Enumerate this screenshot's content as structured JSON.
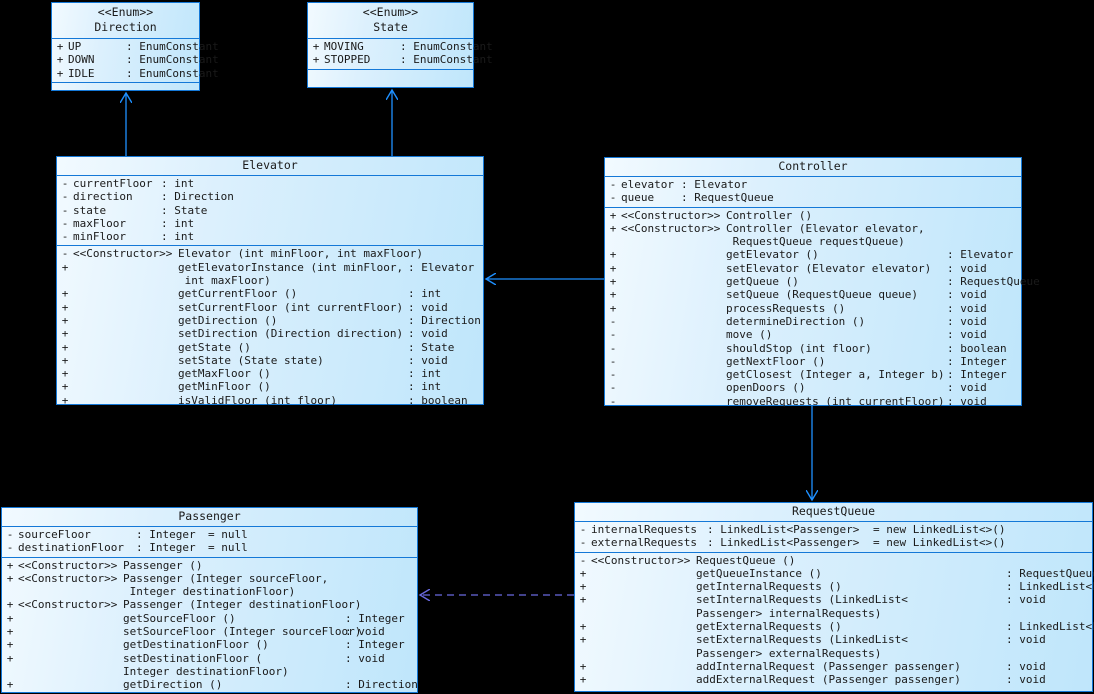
{
  "diagram": {
    "type": "uml-class-diagram",
    "background": "#000000",
    "box_border_color": "#1478d7",
    "link_color": "#1e90ff",
    "dependency_color": "#6a6ae0"
  },
  "classes": [
    {
      "id": "direction",
      "stereotype": "<<Enum>>",
      "name": "Direction",
      "attributes": [
        {
          "vis": "+",
          "name": "UP",
          "type": ": EnumConstant"
        },
        {
          "vis": "+",
          "name": "DOWN",
          "type": ": EnumConstant"
        },
        {
          "vis": "+",
          "name": "IDLE",
          "type": ": EnumConstant"
        }
      ],
      "methods": []
    },
    {
      "id": "state",
      "stereotype": "<<Enum>>",
      "name": "State",
      "attributes": [
        {
          "vis": "+",
          "name": "MOVING",
          "type": ": EnumConstant"
        },
        {
          "vis": "+",
          "name": "STOPPED",
          "type": ": EnumConstant"
        }
      ],
      "methods": []
    },
    {
      "id": "elevator",
      "stereotype": "",
      "name": "Elevator",
      "attributes": [
        {
          "vis": "-",
          "name": "currentFloor",
          "type": ": int"
        },
        {
          "vis": "-",
          "name": "direction",
          "type": ": Direction"
        },
        {
          "vis": "-",
          "name": "state",
          "type": ": State"
        },
        {
          "vis": "-",
          "name": "maxFloor",
          "type": ": int"
        },
        {
          "vis": "-",
          "name": "minFloor",
          "type": ": int"
        }
      ],
      "methods": [
        {
          "vis": "-",
          "stereo": "<<Constructor>>",
          "sig": "Elevator (int minFloor, int maxFloor)",
          "ret": ""
        },
        {
          "vis": "+",
          "stereo": "",
          "sig": "getElevatorInstance (int minFloor,",
          "ret": ": Elevator"
        },
        {
          "vis": "",
          "stereo": "",
          "sig": " int maxFloor)",
          "ret": "",
          "cont": true
        },
        {
          "vis": "+",
          "stereo": "",
          "sig": "getCurrentFloor ()",
          "ret": ": int"
        },
        {
          "vis": "+",
          "stereo": "",
          "sig": "setCurrentFloor (int currentFloor)",
          "ret": ": void"
        },
        {
          "vis": "+",
          "stereo": "",
          "sig": "getDirection ()",
          "ret": ": Direction"
        },
        {
          "vis": "+",
          "stereo": "",
          "sig": "setDirection (Direction direction)",
          "ret": ": void"
        },
        {
          "vis": "+",
          "stereo": "",
          "sig": "getState ()",
          "ret": ": State"
        },
        {
          "vis": "+",
          "stereo": "",
          "sig": "setState (State state)",
          "ret": ": void"
        },
        {
          "vis": "+",
          "stereo": "",
          "sig": "getMaxFloor ()",
          "ret": ": int"
        },
        {
          "vis": "+",
          "stereo": "",
          "sig": "getMinFloor ()",
          "ret": ": int"
        },
        {
          "vis": "+",
          "stereo": "",
          "sig": "isValidFloor (int floor)",
          "ret": ": boolean"
        }
      ]
    },
    {
      "id": "controller",
      "stereotype": "",
      "name": "Controller",
      "attributes": [
        {
          "vis": "-",
          "name": "elevator",
          "type": ": Elevator"
        },
        {
          "vis": "-",
          "name": "queue",
          "type": ": RequestQueue"
        }
      ],
      "methods": [
        {
          "vis": "+",
          "stereo": "<<Constructor>>",
          "sig": "Controller ()",
          "ret": ""
        },
        {
          "vis": "+",
          "stereo": "<<Constructor>>",
          "sig": "Controller (Elevator elevator,",
          "ret": ""
        },
        {
          "vis": "",
          "stereo": "",
          "sig": " RequestQueue requestQueue)",
          "ret": "",
          "cont": true
        },
        {
          "vis": "+",
          "stereo": "",
          "sig": "getElevator ()",
          "ret": ": Elevator"
        },
        {
          "vis": "+",
          "stereo": "",
          "sig": "setElevator (Elevator elevator)",
          "ret": ": void"
        },
        {
          "vis": "+",
          "stereo": "",
          "sig": "getQueue ()",
          "ret": ": RequestQueue"
        },
        {
          "vis": "+",
          "stereo": "",
          "sig": "setQueue (RequestQueue queue)",
          "ret": ": void"
        },
        {
          "vis": "+",
          "stereo": "",
          "sig": "processRequests ()",
          "ret": ": void"
        },
        {
          "vis": "-",
          "stereo": "",
          "sig": "determineDirection ()",
          "ret": ": void"
        },
        {
          "vis": "-",
          "stereo": "",
          "sig": "move ()",
          "ret": ": void"
        },
        {
          "vis": "-",
          "stereo": "",
          "sig": "shouldStop (int floor)",
          "ret": ": boolean"
        },
        {
          "vis": "-",
          "stereo": "",
          "sig": "getNextFloor ()",
          "ret": ": Integer"
        },
        {
          "vis": "-",
          "stereo": "",
          "sig": "getClosest (Integer a, Integer b)",
          "ret": ": Integer"
        },
        {
          "vis": "-",
          "stereo": "",
          "sig": "openDoors ()",
          "ret": ": void"
        },
        {
          "vis": "-",
          "stereo": "",
          "sig": "removeRequests (int currentFloor)",
          "ret": ": void"
        }
      ]
    },
    {
      "id": "passenger",
      "stereotype": "",
      "name": "Passenger",
      "attributes": [
        {
          "vis": "-",
          "name": "sourceFloor",
          "type": ": Integer",
          "default": "= null"
        },
        {
          "vis": "-",
          "name": "destinationFloor",
          "type": ": Integer",
          "default": "= null"
        }
      ],
      "methods": [
        {
          "vis": "+",
          "stereo": "<<Constructor>>",
          "sig": "Passenger ()",
          "ret": ""
        },
        {
          "vis": "+",
          "stereo": "<<Constructor>>",
          "sig": "Passenger (Integer sourceFloor,",
          "ret": ""
        },
        {
          "vis": "",
          "stereo": "",
          "sig": " Integer destinationFloor)",
          "ret": "",
          "cont": true
        },
        {
          "vis": "+",
          "stereo": "<<Constructor>>",
          "sig": "Passenger (Integer destinationFloor)",
          "ret": ""
        },
        {
          "vis": "+",
          "stereo": "",
          "sig": "getSourceFloor ()",
          "ret": ": Integer"
        },
        {
          "vis": "+",
          "stereo": "",
          "sig": "setSourceFloor (Integer sourceFloor)",
          "ret": ": void"
        },
        {
          "vis": "+",
          "stereo": "",
          "sig": "getDestinationFloor ()",
          "ret": ": Integer"
        },
        {
          "vis": "+",
          "stereo": "",
          "sig": "setDestinationFloor (",
          "ret": ": void"
        },
        {
          "vis": "",
          "stereo": "",
          "sig": "Integer destinationFloor)",
          "ret": "",
          "cont": true
        },
        {
          "vis": "+",
          "stereo": "",
          "sig": "getDirection ()",
          "ret": ": Direction"
        }
      ]
    },
    {
      "id": "requestqueue",
      "stereotype": "",
      "name": "RequestQueue",
      "attributes": [
        {
          "vis": "-",
          "name": "internalRequests",
          "type": ": LinkedList<Passenger>",
          "default": "= new LinkedList<>()"
        },
        {
          "vis": "-",
          "name": "externalRequests",
          "type": ": LinkedList<Passenger>",
          "default": "= new LinkedList<>()"
        }
      ],
      "methods": [
        {
          "vis": "-",
          "stereo": "<<Constructor>>",
          "sig": "RequestQueue ()",
          "ret": ""
        },
        {
          "vis": "+",
          "stereo": "",
          "sig": "getQueueInstance ()",
          "ret": ": RequestQueue"
        },
        {
          "vis": "+",
          "stereo": "",
          "sig": "getInternalRequests ()",
          "ret": ": LinkedList<Passenger>"
        },
        {
          "vis": "+",
          "stereo": "",
          "sig": "setInternalRequests (LinkedList<",
          "ret": ": void"
        },
        {
          "vis": "",
          "stereo": "",
          "sig": "Passenger> internalRequests)",
          "ret": "",
          "cont": true
        },
        {
          "vis": "+",
          "stereo": "",
          "sig": "getExternalRequests ()",
          "ret": ": LinkedList<Passenger>"
        },
        {
          "vis": "+",
          "stereo": "",
          "sig": "setExternalRequests (LinkedList<",
          "ret": ": void"
        },
        {
          "vis": "",
          "stereo": "",
          "sig": "Passenger> externalRequests)",
          "ret": "",
          "cont": true
        },
        {
          "vis": "+",
          "stereo": "",
          "sig": "addInternalRequest (Passenger passenger)",
          "ret": ": void"
        },
        {
          "vis": "+",
          "stereo": "",
          "sig": "addExternalRequest (Passenger passenger)",
          "ret": ": void"
        }
      ]
    }
  ],
  "relationships": [
    {
      "from": "elevator",
      "to": "direction",
      "style": "solid",
      "arrow": "open"
    },
    {
      "from": "elevator",
      "to": "state",
      "style": "solid",
      "arrow": "open"
    },
    {
      "from": "controller",
      "to": "elevator",
      "style": "solid",
      "arrow": "open"
    },
    {
      "from": "controller",
      "to": "requestqueue",
      "style": "solid",
      "arrow": "open"
    },
    {
      "from": "requestqueue",
      "to": "passenger",
      "style": "dashed",
      "arrow": "open"
    }
  ]
}
